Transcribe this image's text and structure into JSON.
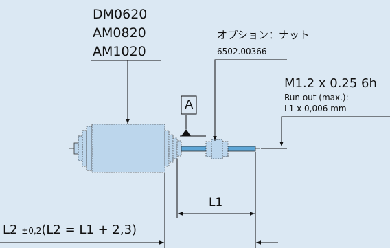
{
  "models": [
    "DM0620",
    "AM0820",
    "AM1020"
  ],
  "option": {
    "label": "オプション：ナット",
    "part_no": "6502.00366"
  },
  "datum_label": "A",
  "thread": {
    "spec": "M1.2 x 0.25 6h",
    "runout_label": "Run out (max.):",
    "runout_value": "L1 x 0,006 mm"
  },
  "dims": {
    "l1": "L1",
    "l2_main": "L2",
    "l2_tol": "±0,2",
    "l2_formula": "(L2 = L1 + 2,3)"
  },
  "colors": {
    "background": "#dbe8f3",
    "motor_fill": "#bcd6ec",
    "shaft_fill": "#5ea6d6",
    "line": "#111111"
  }
}
